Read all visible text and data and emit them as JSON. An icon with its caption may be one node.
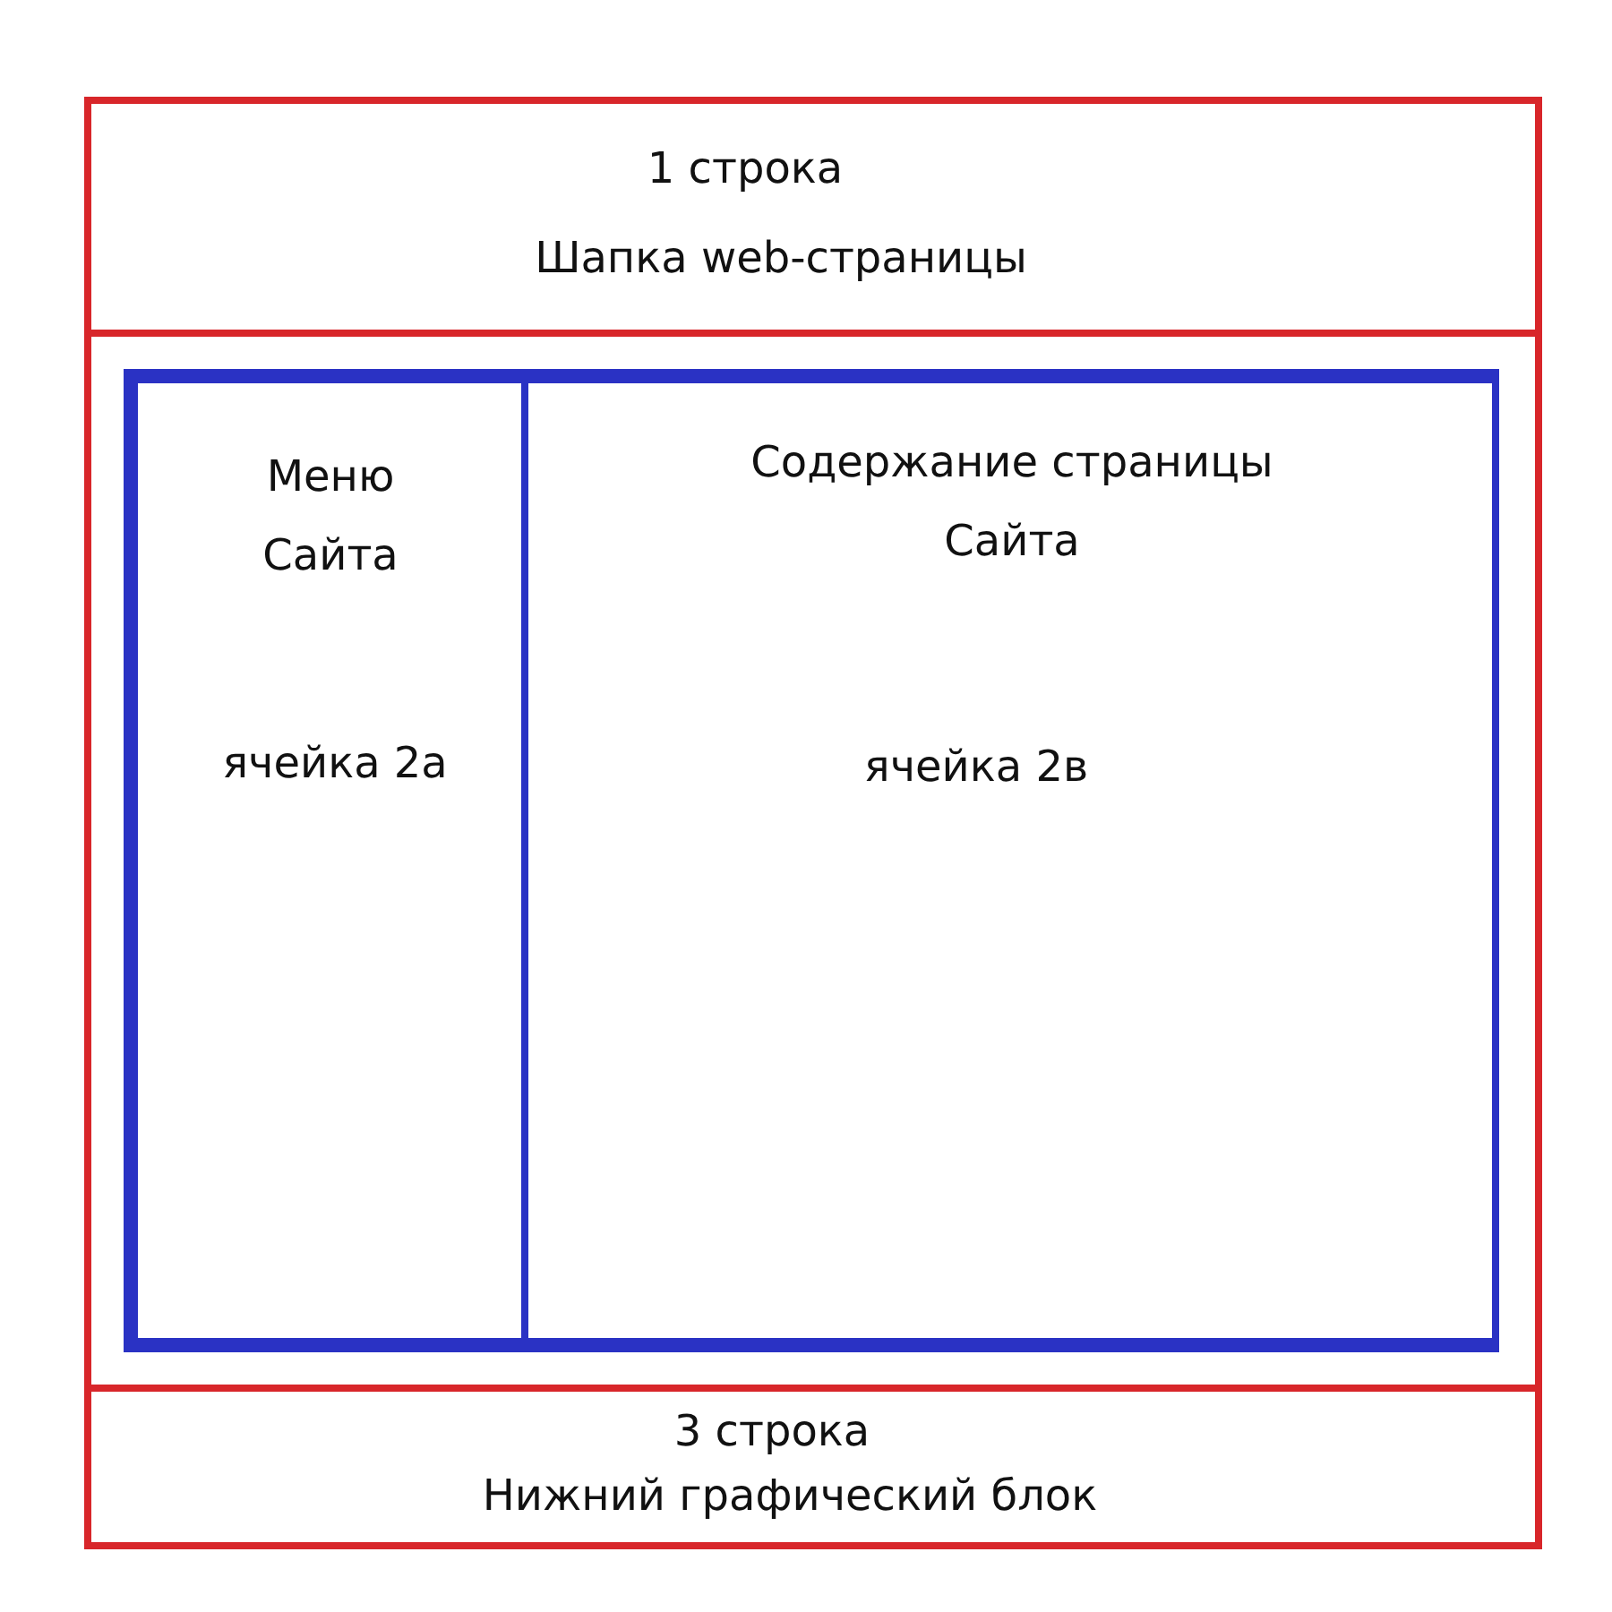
{
  "diagram": {
    "nodes": [
      {
        "text": [
          "1 строка",
          "Шапка web-страницы"
        ]
      },
      {
        "text": [],
        "shape": "box"
      },
      {
        "text": [],
        "shape": "box",
        "in": 1
      },
      {
        "text": [
          "Меню Сайта",
          "ячейка 2а"
        ],
        "in": 2
      },
      {
        "text": [
          "Содержание страницы Сайта",
          "ячейка 2в"
        ],
        "in": 2
      },
      {
        "text": [
          "3 строка",
          "Нижний графический блок"
        ]
      }
    ]
  }
}
